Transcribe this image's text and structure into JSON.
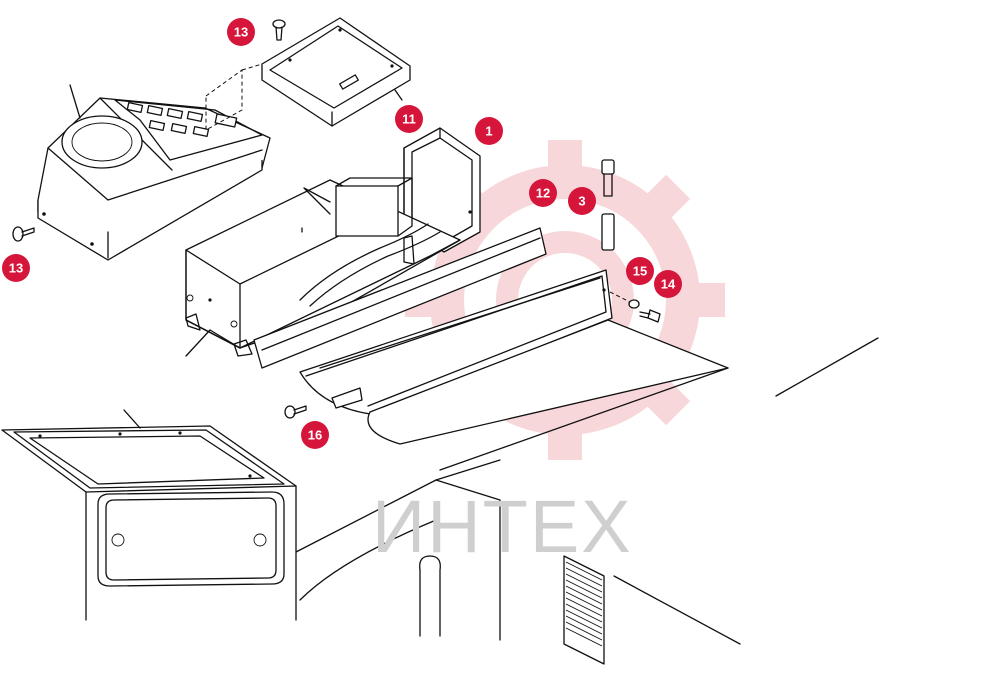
{
  "watermark": {
    "text": "ИНТЕХ",
    "color": "#f2b7bb"
  },
  "callout_color": "#d6153a",
  "callouts": [
    {
      "id": "c13a",
      "label": "13"
    },
    {
      "id": "c11",
      "label": "11"
    },
    {
      "id": "c1",
      "label": "1"
    },
    {
      "id": "c12",
      "label": "12"
    },
    {
      "id": "c3",
      "label": "3"
    },
    {
      "id": "c15",
      "label": "15"
    },
    {
      "id": "c14",
      "label": "14"
    },
    {
      "id": "c13b",
      "label": "13"
    },
    {
      "id": "c16",
      "label": "16"
    }
  ]
}
